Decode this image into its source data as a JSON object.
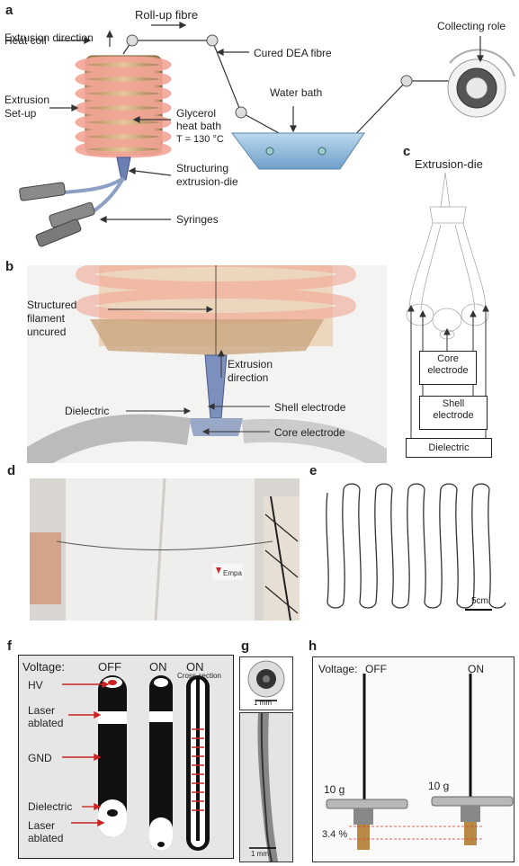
{
  "panels": {
    "a": "a",
    "b": "b",
    "c": "c",
    "d": "d",
    "e": "e",
    "f": "f",
    "g": "g",
    "h": "h"
  },
  "a": {
    "extrusion_direction": "Extrusion direction",
    "roll_up": "Roll-up fibre",
    "cured": "Cured DEA fibre",
    "collecting": "Collecting role",
    "heat_coil": "Heat coil",
    "extrusion_setup_1": "Extrusion",
    "extrusion_setup_2": "Set-up",
    "water_bath": "Water bath",
    "glycerol_1": "Glycerol",
    "glycerol_2": "heat bath",
    "glycerol_3": "T = 130 °C",
    "structuring_1": "Structuring",
    "structuring_2": "extrusion-die",
    "syringes": "Syringes"
  },
  "b": {
    "structured_1": "Structured",
    "structured_2": "filament",
    "structured_3": "uncured",
    "extrusion_1": "Extrusion",
    "extrusion_2": "direction",
    "dielectric": "Dielectric",
    "shell": "Shell electrode",
    "core": "Core electrode"
  },
  "c": {
    "title": "Extrusion-die",
    "core_1": "Core",
    "core_2": "electrode",
    "shell_1": "Shell",
    "shell_2": "electrode",
    "dielectric": "Dielectric"
  },
  "d": {
    "logo": "Empa"
  },
  "e": {
    "scale": "5cm"
  },
  "f": {
    "voltage": "Voltage:",
    "off": "OFF",
    "on": "ON",
    "on2": "ON",
    "cross": "Cross-section",
    "hv": "HV",
    "laser1_1": "Laser",
    "laser1_2": "ablated",
    "gnd": "GND",
    "dielectric": "Dielectric",
    "laser2_1": "Laser",
    "laser2_2": "ablated"
  },
  "g": {
    "scale1": "1 mm",
    "scale2": "1 mm"
  },
  "h": {
    "voltage": "Voltage:",
    "off": "OFF",
    "on": "ON",
    "mass1": "10 g",
    "mass2": "10 g",
    "strain": "3.4 %"
  }
}
